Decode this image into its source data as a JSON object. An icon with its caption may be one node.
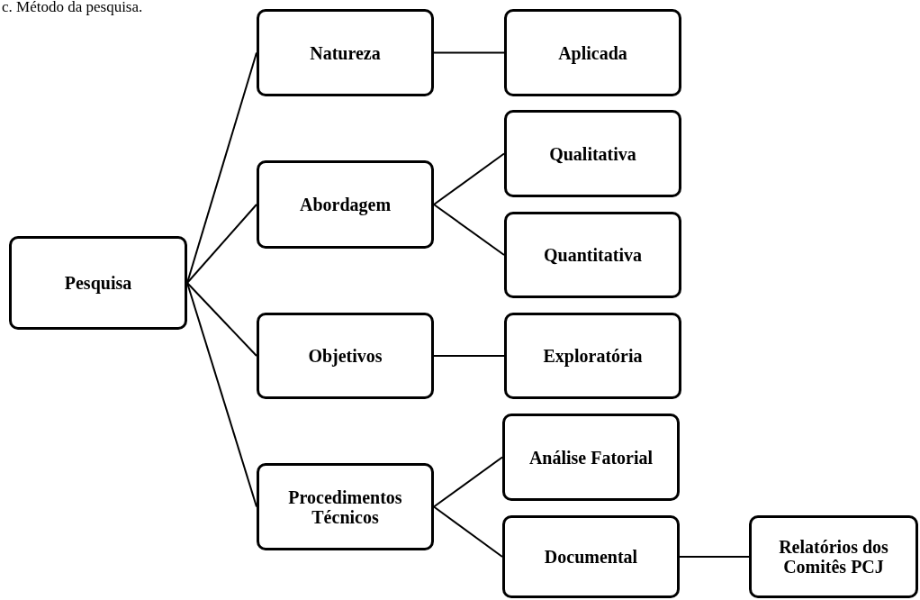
{
  "diagram": {
    "title": "c. Método da pesquisa.",
    "nodes": [
      {
        "text": [
          "Pesquisa"
        ]
      },
      {
        "text": [
          "Natureza"
        ]
      },
      {
        "text": [
          "Aplicada"
        ]
      },
      {
        "text": [
          "Abordagem"
        ]
      },
      {
        "text": [
          "Qualitativa"
        ]
      },
      {
        "text": [
          "Quantitativa"
        ]
      },
      {
        "text": [
          "Objetivos"
        ]
      },
      {
        "text": [
          "Exploratória"
        ]
      },
      {
        "text": [
          "Procedimentos Técnicos"
        ]
      },
      {
        "text": [
          "Análise Fatorial"
        ]
      },
      {
        "text": [
          "Documental"
        ]
      },
      {
        "text": [
          "Relatórios dos Comitês PCJ"
        ]
      }
    ],
    "edges": [
      {
        "from": 0,
        "to": 1,
        "arrow": "none"
      },
      {
        "from": 0,
        "to": 3,
        "arrow": "none"
      },
      {
        "from": 0,
        "to": 6,
        "arrow": "none"
      },
      {
        "from": 0,
        "to": 8,
        "arrow": "none"
      },
      {
        "from": 1,
        "to": 2,
        "arrow": "none"
      },
      {
        "from": 3,
        "to": 4,
        "arrow": "none"
      },
      {
        "from": 3,
        "to": 5,
        "arrow": "none"
      },
      {
        "from": 6,
        "to": 7,
        "arrow": "none"
      },
      {
        "from": 8,
        "to": 9,
        "arrow": "none"
      },
      {
        "from": 8,
        "to": 10,
        "arrow": "none"
      },
      {
        "from": 10,
        "to": 11,
        "arrow": "none"
      }
    ]
  }
}
